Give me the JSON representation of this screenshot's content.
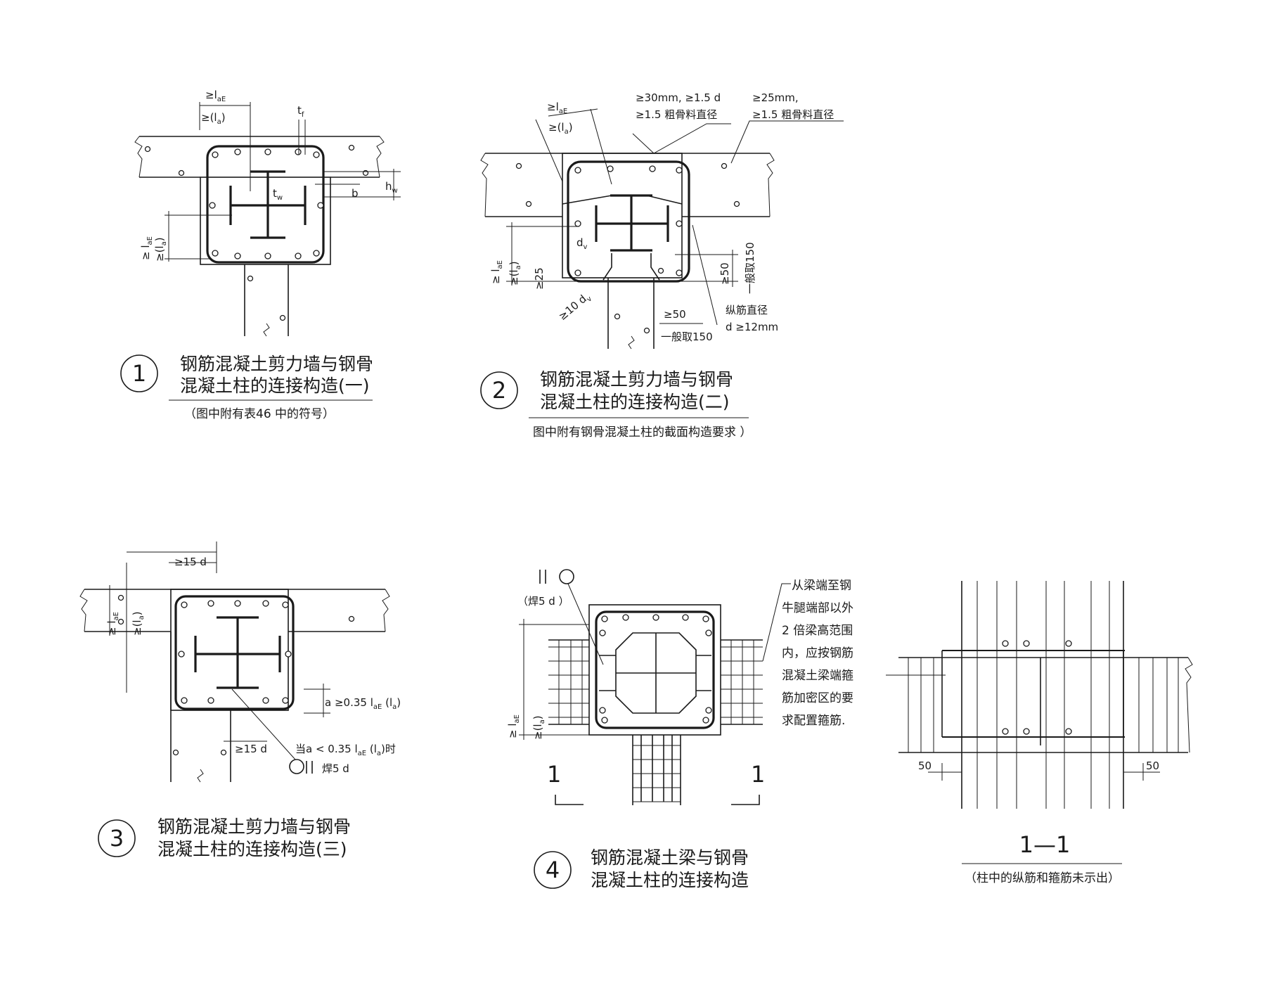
{
  "details": [
    {
      "number": "1",
      "title_line1": "钢筋混凝土剪力墙与钢骨",
      "title_line2": "混凝土柱的连接构造(一)",
      "note": "（图中附有表46 中的符号）",
      "labels": {
        "lae_top": "≥l",
        "lae_sub": "aE",
        "la_top": "≥(l",
        "la_sub": "a",
        "paren_close": ")",
        "tf": "t",
        "tf_sub": "f",
        "tw": "t",
        "tw_sub": "w",
        "hw": "h",
        "hw_sub": "w",
        "b": "b",
        "lae_side": "≥ l",
        "lae_side_sub": "aE",
        "la_side": "≥(l",
        "la_side_sub": "a"
      }
    },
    {
      "number": "2",
      "title_line1": "钢筋混凝土剪力墙与钢骨",
      "title_line2": "混凝土柱的连接构造(二)",
      "note": "图中附有钢骨混凝土柱的截面构造要求 ）",
      "labels": {
        "lae_top": "≥l",
        "lae_sub": "aE",
        "la_top": "≥(l",
        "la_sub": "a",
        "paren_close": ")",
        "c1_l1": "≥30mm,  ≥1.5 d",
        "c1_l2": "≥1.5  粗骨料直径",
        "c2_l1": "≥25mm,",
        "c2_l2": "≥1.5  粗骨料直径",
        "lae_side": "≥ l",
        "lae_side_sub": "aE",
        "la_side": "≥(l",
        "la_side_sub": "a",
        "dv": "d",
        "dv_sub": "v",
        "ge25": "≥25",
        "ten_dv": "≥10 d",
        "ten_dv_sub": "v",
        "ge50_a": "≥50",
        "typ150_a": "一般取150",
        "ge50_b": "≥50",
        "typ150_b": "一般取150",
        "long_bar_l1": "纵筋直径",
        "long_bar_l2": "d  ≥12mm"
      }
    },
    {
      "number": "3",
      "title_line1": "钢筋混凝土剪力墙与钢骨",
      "title_line2": "混凝土柱的连接构造(三)",
      "labels": {
        "ge15d_top": "≥15 d",
        "lae_side": "≥ l",
        "lae_side_sub": "aE",
        "la_side": "≥(l",
        "la_side_sub": "a",
        "a_035": "a ≥0.35 l",
        "a_035_sub": "aE",
        "a_035_tail": " (l",
        "a_035_tail_sub": "a",
        "a_035_end": ")",
        "ge15d_bot": "≥15 d",
        "when_a": "当a < 0.35 l",
        "when_a_sub": "aE",
        "when_a_tail": " (l",
        "when_a_tail_sub": "a",
        "when_a_end": ")时",
        "weld5d": "焊5 d"
      }
    },
    {
      "number": "4",
      "title_line1": "钢筋混凝土梁与钢骨",
      "title_line2": "混凝土柱的连接构造",
      "labels": {
        "weld5d": "（焊5 d ）",
        "lae_side": "≥ l",
        "lae_side_sub": "aE",
        "la_side": "≥(l",
        "la_side_sub": "a",
        "section_left": "1",
        "section_right": "1",
        "note_lines": [
          "从梁端至钢",
          "牛腿端部以外",
          "2 倍梁高范围",
          "内，应按钢筋",
          "混凝土梁端箍",
          "筋加密区的要",
          "求配置箍筋."
        ]
      }
    },
    {
      "number": "1—1",
      "title_line1": "（柱中的纵筋和箍筋未示出）",
      "labels": {
        "dim50_left": "50",
        "dim50_right": "50"
      }
    }
  ]
}
